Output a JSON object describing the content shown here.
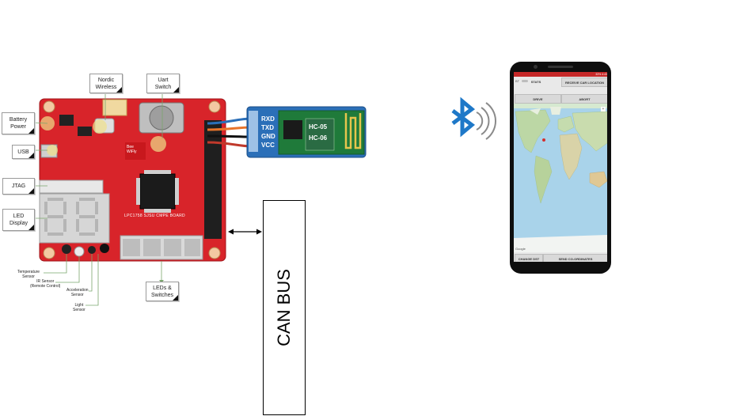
{
  "callouts": {
    "battery_power": "Battery\nPower",
    "usb": "USB",
    "jtag": "JTAG",
    "led_display": "LED\nDisplay",
    "nordic_wireless": "Nordic\nWireless",
    "uart_switch": "Uart\nSwitch",
    "leds_switches": "LEDs &\nSwitches"
  },
  "sensors": {
    "temperature": "Temperature\nSensor",
    "ir": "IR Sensor\n(Remote Control)",
    "acceleration": "Acceleration\nSensor",
    "light": "Light\nSensor"
  },
  "board": {
    "silkscreen": "LPC1758 SJSU CMPE BOARD",
    "logo": "Bee\nWiFly"
  },
  "hc05": {
    "pins": [
      "RXD",
      "TXD",
      "GND",
      "VCC"
    ],
    "chip_label_1": "HC-05",
    "chip_label_2": "HC-06",
    "wire_colors": [
      "#d9531e",
      "#e8742a",
      "#111111",
      "#111111"
    ]
  },
  "canbus": {
    "label": "CAN BUS"
  },
  "phone": {
    "status": "33% 4:43",
    "bt_label": "BT",
    "stats_button": "STATS",
    "receive_button": "RECEIVE CAR LOCATION",
    "drive_button": "DRIVE",
    "abort_button": "ABORT",
    "change_dst_button": "CHANGE DST",
    "send_button": "SEND CO-ORDINATES",
    "map_watermark": "Google"
  },
  "colors": {
    "board_red": "#d8242a",
    "bluetooth_blue": "#1e78c8",
    "module_blue": "#2b6fb8",
    "module_green": "#1f7a3a"
  },
  "icons": [
    "bluetooth-icon",
    "up-arrow-icon",
    "down-arrow-icon",
    "bidirectional-arrow-icon"
  ]
}
